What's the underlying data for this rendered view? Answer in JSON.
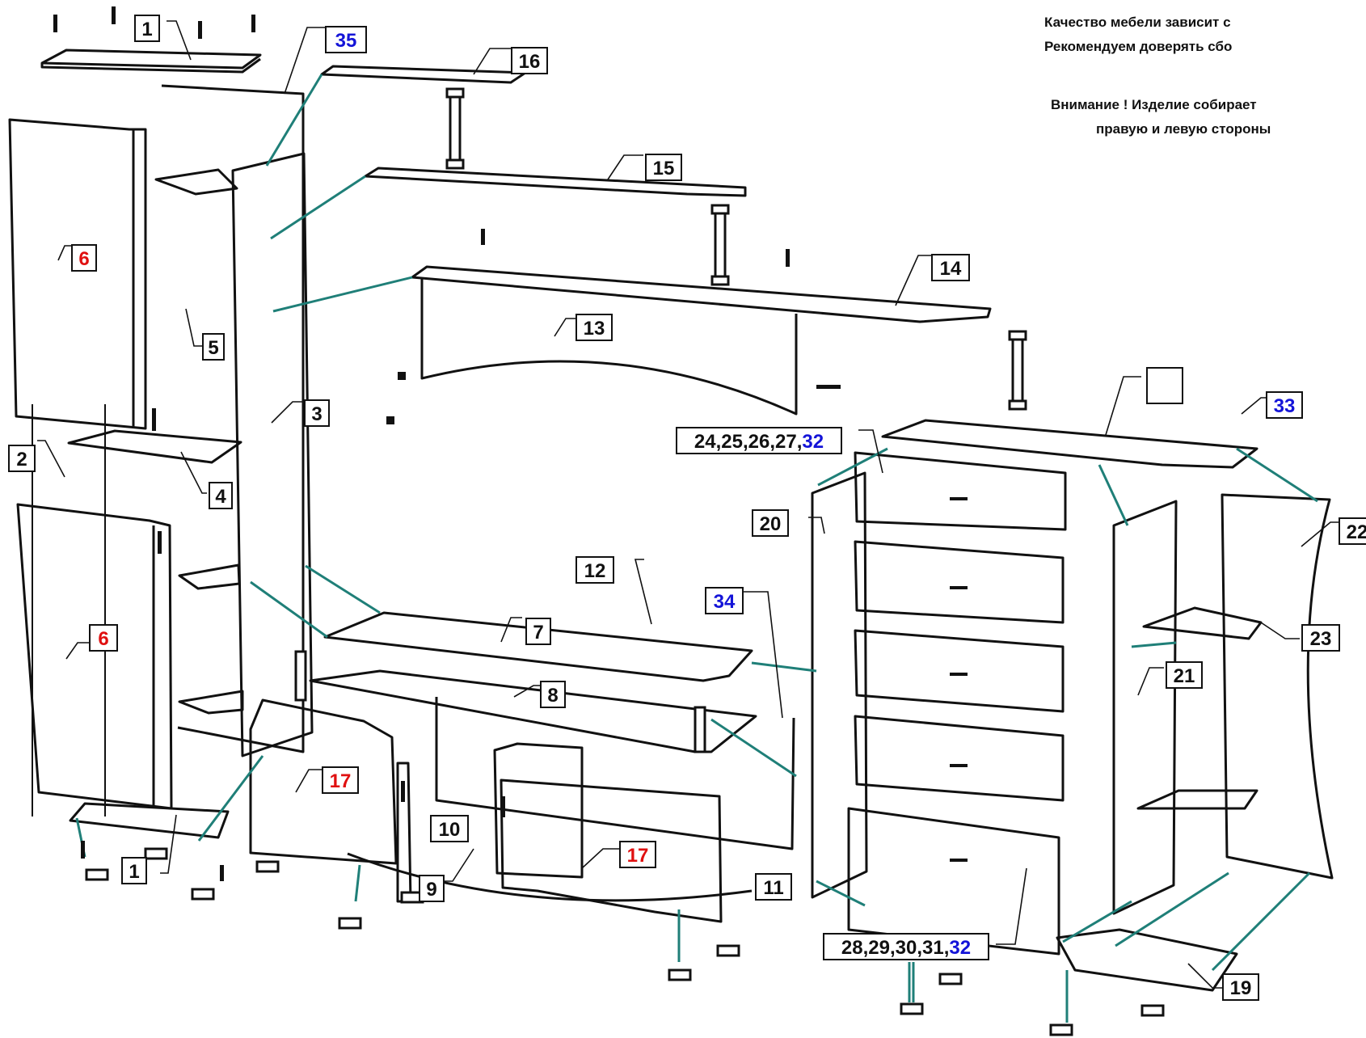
{
  "notes": [
    "Качество мебели зависит с",
    "Рекомендуем доверять сбо",
    "Внимание ! Изделие собирает",
    "правую и левую стороны"
  ],
  "colors": {
    "line": "#111111",
    "ghost": "#b8b8b8",
    "fitting": "#1f7f78",
    "red_label": "#e01010",
    "blue_label": "#1414d8"
  },
  "labels": {
    "p1_top": "1",
    "p1_bottom": "1",
    "p2": "2",
    "p3": "3",
    "p4": "4",
    "p5": "5",
    "p6_top": "6",
    "p6_bottom": "6",
    "p7": "7",
    "p8": "8",
    "p9": "9",
    "p10": "10",
    "p11": "11",
    "p12": "12",
    "p13": "13",
    "p14": "14",
    "p15": "15",
    "p16": "16",
    "p17_left": "17",
    "p17_right": "17",
    "p19": "19",
    "p20": "20",
    "p21": "21",
    "p22": "22",
    "p23": "23",
    "p33": "33",
    "p34": "34",
    "p35": "35",
    "drawers_top": "24,25,26,27,",
    "drawers_top_blue": "32",
    "drawers_bottom": "28,29,30,31,",
    "drawers_bottom_blue": "32",
    "empty_box": ""
  }
}
